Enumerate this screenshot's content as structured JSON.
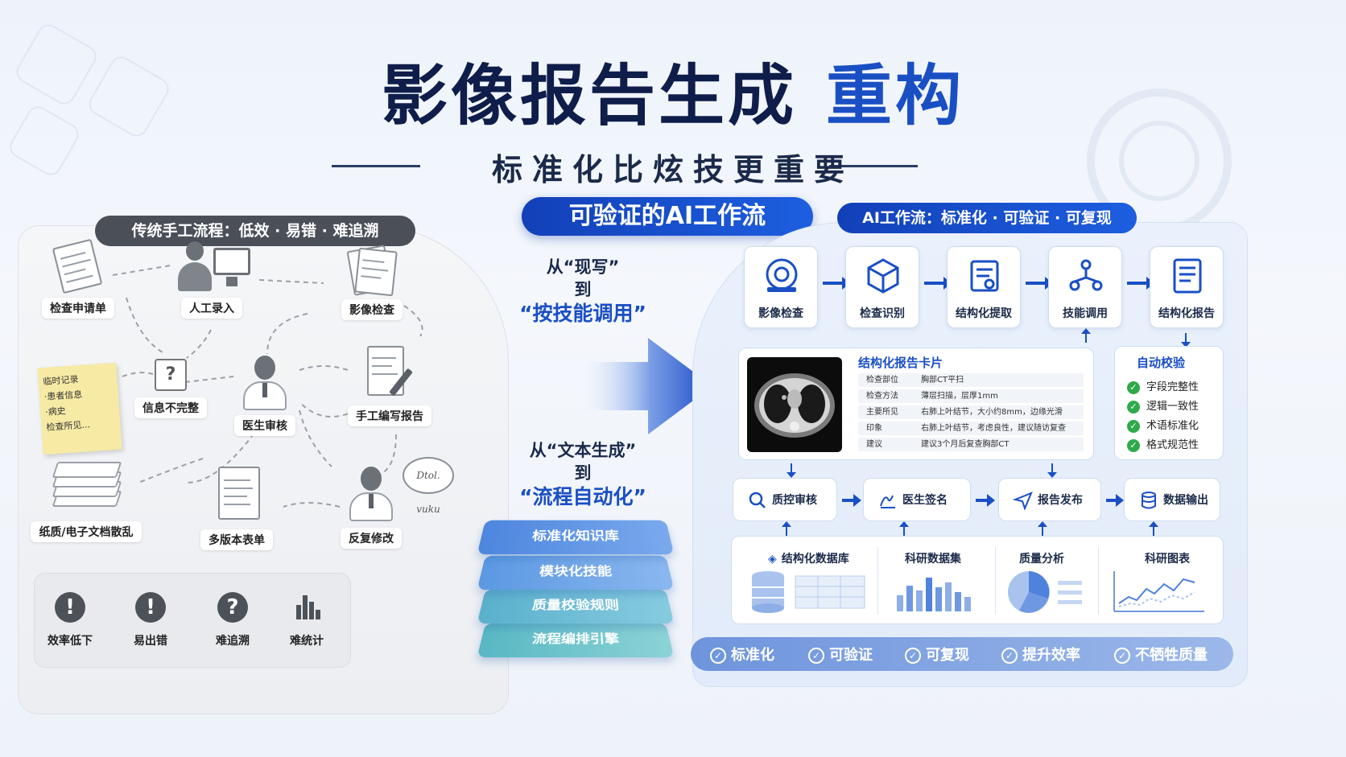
{
  "header": {
    "title": "影像报告生成",
    "title_accent": "重构",
    "subtitle": "标准化比炫技更重要",
    "badge": "可验证的AI工作流"
  },
  "left": {
    "title": "传统手工流程：低效 · 易错 · 难追溯",
    "nodes": {
      "request": "检查申请单",
      "manual_entry": "人工录入",
      "imaging": "影像检查",
      "incomplete": "信息不完整",
      "doctor_review": "医生审核",
      "hand_report": "手工编写报告",
      "scattered": "纸质/电子文档散乱",
      "multi_version": "多版本表单",
      "revise": "反复修改"
    },
    "sticky_note": [
      "临时记录",
      "·患者信息",
      "·病史",
      "检查所见..."
    ],
    "speech_bubble": "Dtol. vuku",
    "question_mark": "?",
    "issues": [
      {
        "icon": "!",
        "label": "效率低下"
      },
      {
        "icon": "!",
        "label": "易出错"
      },
      {
        "icon": "?",
        "label": "难追溯"
      },
      {
        "icon": "bars",
        "label": "难统计"
      }
    ]
  },
  "middle": {
    "from1": "从“现写”",
    "to1": "到",
    "target1": "“按技能调用”",
    "from2": "从“文本生成”",
    "to2": "到",
    "target2": "“流程自动化”",
    "layers": [
      "标准化知识库",
      "模块化技能",
      "质量校验规则",
      "流程编排引擎"
    ]
  },
  "right": {
    "title": "AI工作流：标准化 · 可验证 · 可复现",
    "steps": [
      "影像检查",
      "检查识别",
      "结构化提取",
      "技能调用",
      "结构化报告"
    ],
    "card": {
      "title": "结构化报告卡片",
      "rows": [
        {
          "key": "检查部位",
          "value": "胸部CT平扫"
        },
        {
          "key": "检查方法",
          "value": "薄层扫描，层厚1mm"
        },
        {
          "key": "主要所见",
          "value": "右肺上叶结节，大小约8mm，边缘光滑"
        },
        {
          "key": "印象",
          "value": "右肺上叶结节，考虑良性，建议随访复查"
        },
        {
          "key": "建议",
          "value": "建议3个月后复查胸部CT"
        }
      ]
    },
    "verify": {
      "title": "自动校验",
      "items": [
        "字段完整性",
        "逻辑一致性",
        "术语标准化",
        "格式规范性"
      ]
    },
    "actions": [
      "质控审核",
      "医生签名",
      "报告发布",
      "数据输出"
    ],
    "data": [
      "结构化数据库",
      "科研数据集",
      "质量分析",
      "科研图表"
    ],
    "bottom": [
      "标准化",
      "可验证",
      "可复现",
      "提升效率",
      "不牺牲质量"
    ],
    "check_mark": "✓"
  },
  "colors": {
    "accent": "#1a4fc4",
    "dark": "#0f1d4a",
    "check": "#2faa4a"
  },
  "chart_data": {
    "type": "diagram"
  }
}
